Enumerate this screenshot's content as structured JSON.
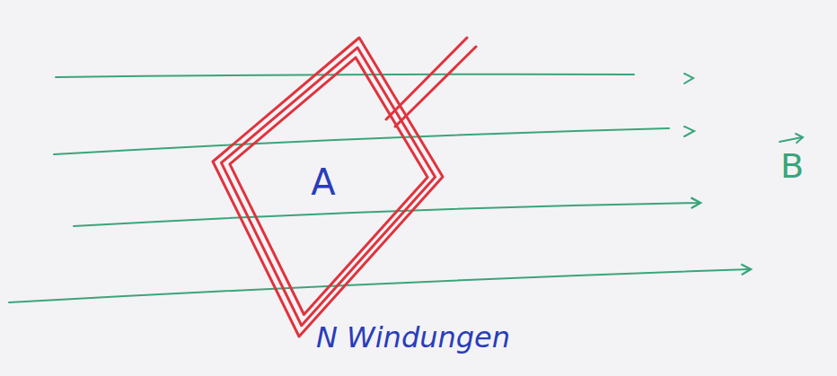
{
  "diagram": {
    "nodes": [
      {
        "text": [
          "A"
        ]
      }
    ],
    "labels": [
      "N Windungen",
      "B"
    ]
  }
}
